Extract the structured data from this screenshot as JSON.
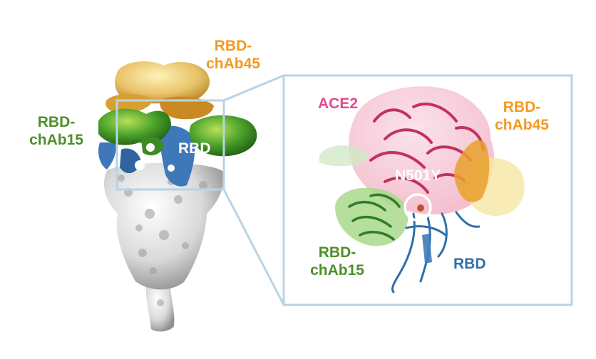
{
  "colors": {
    "frame": "#b9d3e6",
    "ace2": "#e04b8e",
    "chab45": "#f39a1e",
    "chab15": "#4f8f2a",
    "rbd": "#2f6fa8",
    "n501y_label": "#ffffff"
  },
  "labels": {
    "overview_chab45": "RBD-\nchAb45",
    "overview_chab15": "RBD-\nchAb15",
    "overview_rbd": "RBD",
    "zoom_ace2": "ACE2",
    "zoom_chab45": "RBD-\nchAb45",
    "zoom_n501y": "N501Y",
    "zoom_chab15": "RBD-\nchAb15",
    "zoom_rbd": "RBD"
  }
}
